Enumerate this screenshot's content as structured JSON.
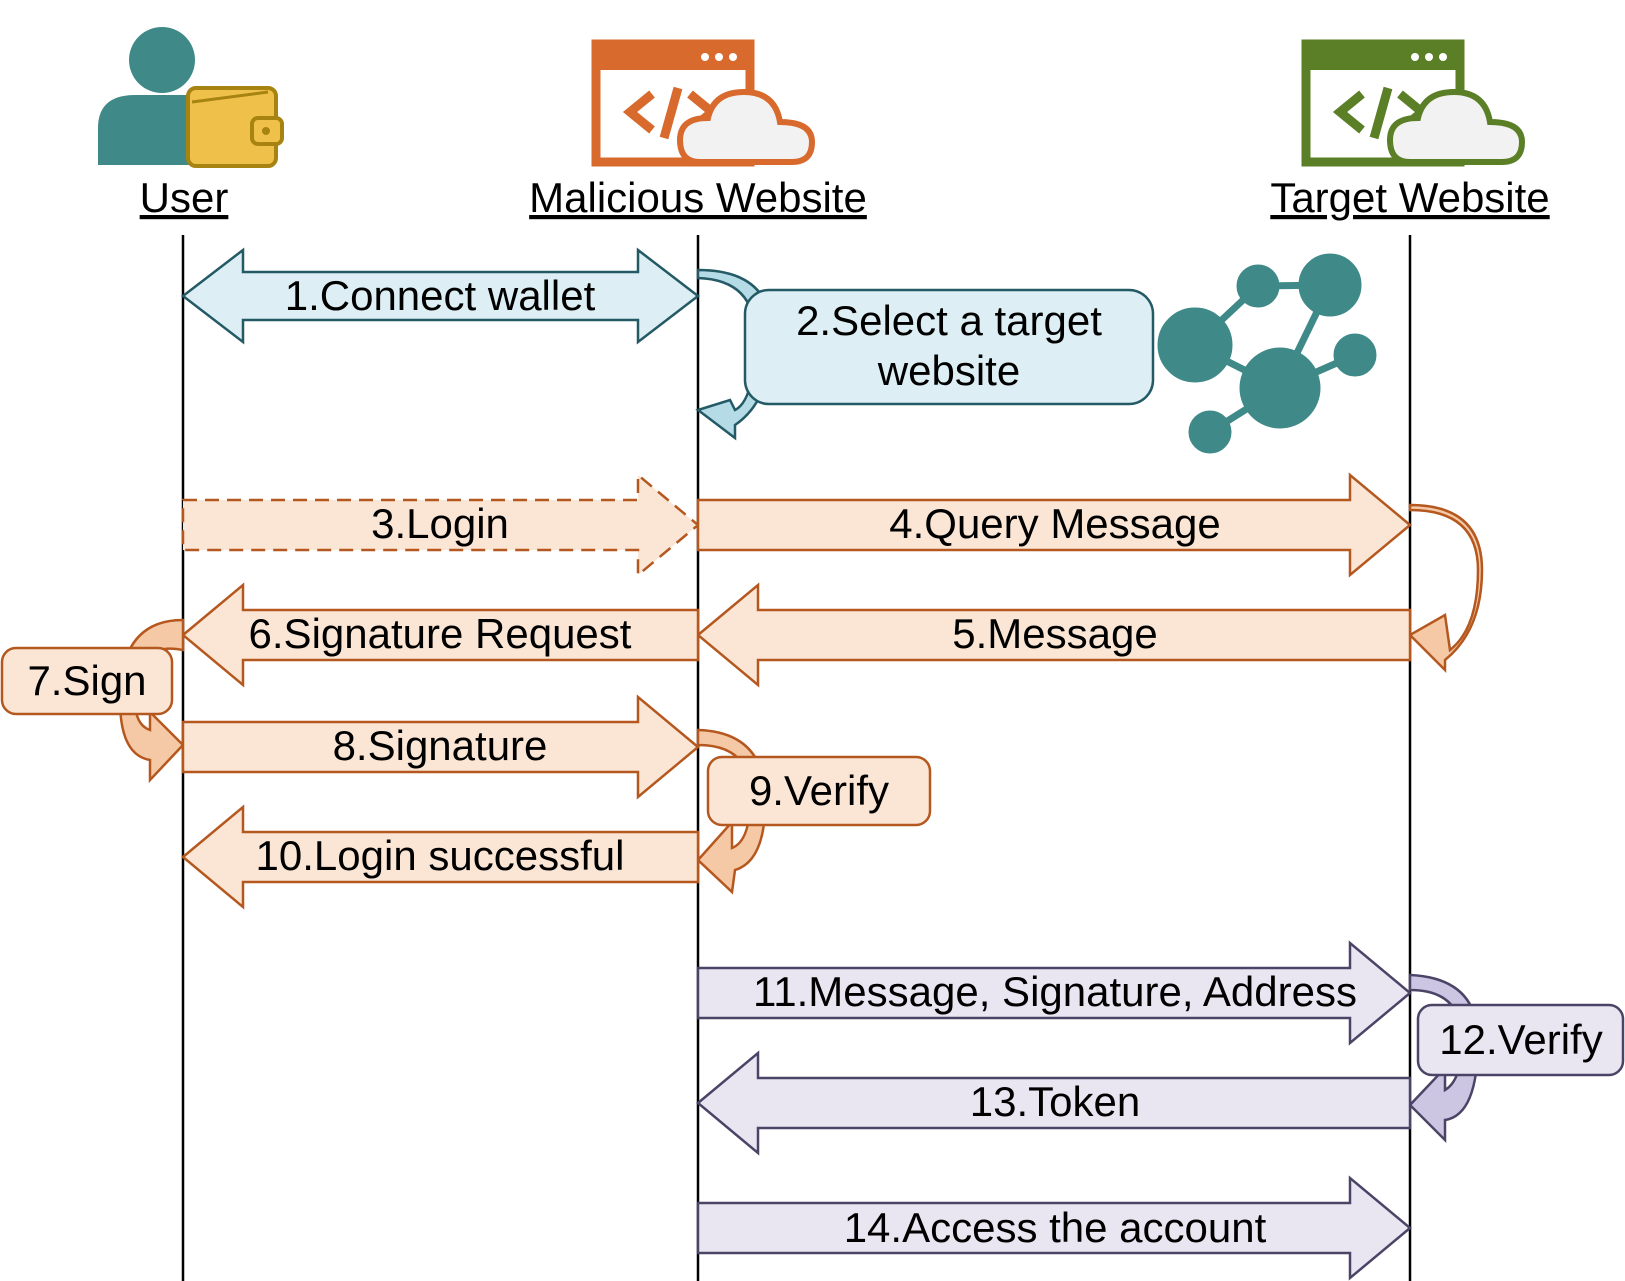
{
  "actors": {
    "user": "User",
    "malicious": "Malicious Website",
    "target": "Target Website"
  },
  "steps": {
    "s1": "1.Connect wallet",
    "s2_line1": "2.Select a target",
    "s2_line2": "website",
    "s3": "3.Login",
    "s4": "4.Query Message",
    "s5": "5.Message",
    "s6": "6.Signature Request",
    "s7": "7.Sign",
    "s8": "8.Signature",
    "s9": "9.Verify",
    "s10": "10.Login successful",
    "s11": "11.Message, Signature, Address",
    "s12": "12.Verify",
    "s13": "13.Token",
    "s14": "14.Access the account"
  },
  "colors": {
    "teal": "#3f8a88",
    "blue_fill": "#ddeff4",
    "blue_stroke": "#235a66",
    "orange_fill": "#fbe6d6",
    "orange_stroke": "#b5581f",
    "purple_fill": "#e9e6f2",
    "purple_stroke": "#4b4466",
    "malicious_brand": "#d86a2d",
    "target_brand": "#5a7f27",
    "wallet": "#f0c14a"
  },
  "icons": [
    "user-icon",
    "wallet-icon",
    "malicious-browser-icon",
    "target-browser-icon",
    "cloud-icon",
    "network-icon"
  ]
}
